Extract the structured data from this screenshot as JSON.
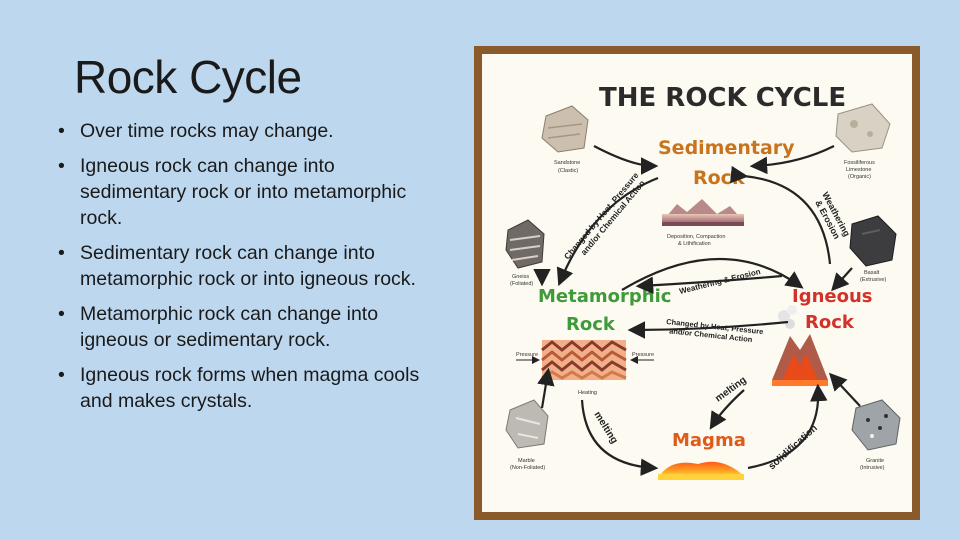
{
  "slide": {
    "title": "Rock Cycle",
    "bullets": [
      "Over time rocks may change.",
      "Igneous rock can change into sedimentary rock or into metamorphic rock.",
      "Sedimentary rock can change into metamorphic rock or into igneous rock.",
      "Metamorphic rock can change into igneous or sedimentary rock.",
      "Igneous rock forms when magma cools and makes crystals."
    ],
    "bullet_glyph": "•"
  },
  "diagram": {
    "title": "THE ROCK CYCLE",
    "nodes": {
      "sedimentary": {
        "line1": "Sedimentary",
        "line2": "Rock"
      },
      "metamorphic": {
        "line1": "Metamorphic",
        "line2": "Rock"
      },
      "igneous": {
        "line1": "Igneous",
        "line2": "Rock"
      },
      "magma": {
        "line1": "Magma"
      }
    },
    "samples": {
      "sandstone": {
        "line1": "Sandstone",
        "line2": "(Clastic)"
      },
      "limestone": {
        "line1": "Fossiliferous",
        "line2": "Limestone",
        "line3": "(Organic)"
      },
      "gneiss": {
        "line1": "Gneiss",
        "line2": "(Foliated)"
      },
      "basalt": {
        "line1": "Basalt",
        "line2": "(Extrusive)"
      },
      "marble": {
        "line1": "Marble",
        "line2": "(Non-Foliated)"
      },
      "granite": {
        "line1": "Granite",
        "line2": "(Intrusive)"
      }
    },
    "processes": {
      "heat_pressure_left": {
        "line1": "Changed by Heat, Pressure",
        "line2": "and/or Chemical Action"
      },
      "weathering_right": {
        "line1": "Weathering",
        "line2": "& Erosion"
      },
      "deposition": {
        "line1": "Deposition, Compaction",
        "line2": "& Lithification"
      },
      "weathering_center": "Weathering & Erosion",
      "heat_pressure_center": {
        "line1": "Changed by Heat, Pressure",
        "line2": "and/or Chemical Action"
      },
      "pressure_left": "Pressure",
      "pressure_right": "Pressure",
      "heating": "Heating",
      "melting_left": "melting",
      "melting_right": "melting",
      "solidification": "solidification"
    },
    "colors": {
      "node_label": "#c8731e",
      "igneous_label": "#d2322a",
      "metamorphic_label": "#3f9a3a",
      "magma_label": "#e05a1a",
      "title": "#2b2b2b",
      "frame": "#8b5a2b",
      "panel": "#fdfaf1"
    }
  }
}
